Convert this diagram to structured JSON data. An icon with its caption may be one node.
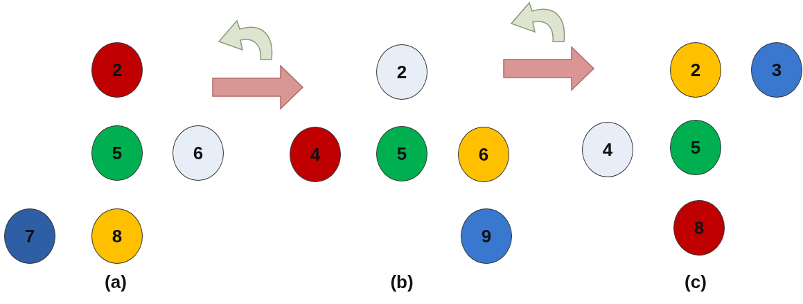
{
  "diagram": {
    "nodes": [
      {
        "text": [
          "2"
        ]
      },
      {
        "text": [
          "5"
        ]
      },
      {
        "text": [
          "6"
        ]
      },
      {
        "text": [
          "7"
        ]
      },
      {
        "text": [
          "8"
        ]
      },
      {
        "text": [
          "2"
        ]
      },
      {
        "text": [
          "4"
        ]
      },
      {
        "text": [
          "5"
        ]
      },
      {
        "text": [
          "6"
        ]
      },
      {
        "text": [
          "9"
        ]
      },
      {
        "text": [
          "2"
        ]
      },
      {
        "text": [
          "3"
        ]
      },
      {
        "text": [
          "4"
        ]
      },
      {
        "text": [
          "5"
        ]
      },
      {
        "text": [
          "8"
        ]
      }
    ],
    "edges": [],
    "labels": [
      "(a)",
      "(b)",
      "(c)"
    ]
  }
}
